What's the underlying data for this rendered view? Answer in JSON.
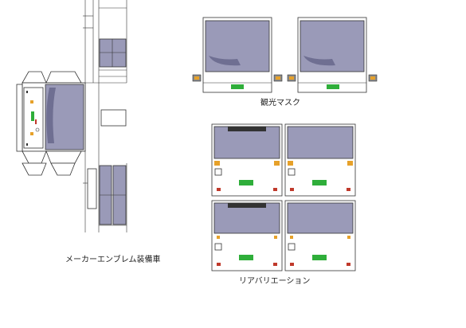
{
  "captions": {
    "emblem": "メーカーエンブレム装備車",
    "sightseeing_mask": "観光マスク",
    "rear_variation": "リアバリエーション"
  },
  "colors": {
    "glass": "#9a9ab8",
    "glass_dark": "#6f6f92",
    "outline": "#333333",
    "body": "#ffffff",
    "plate": "#2fae3a",
    "lamp_amber": "#e6a12a",
    "lamp_red": "#c0392b",
    "bumper": "#8a8a8a"
  }
}
